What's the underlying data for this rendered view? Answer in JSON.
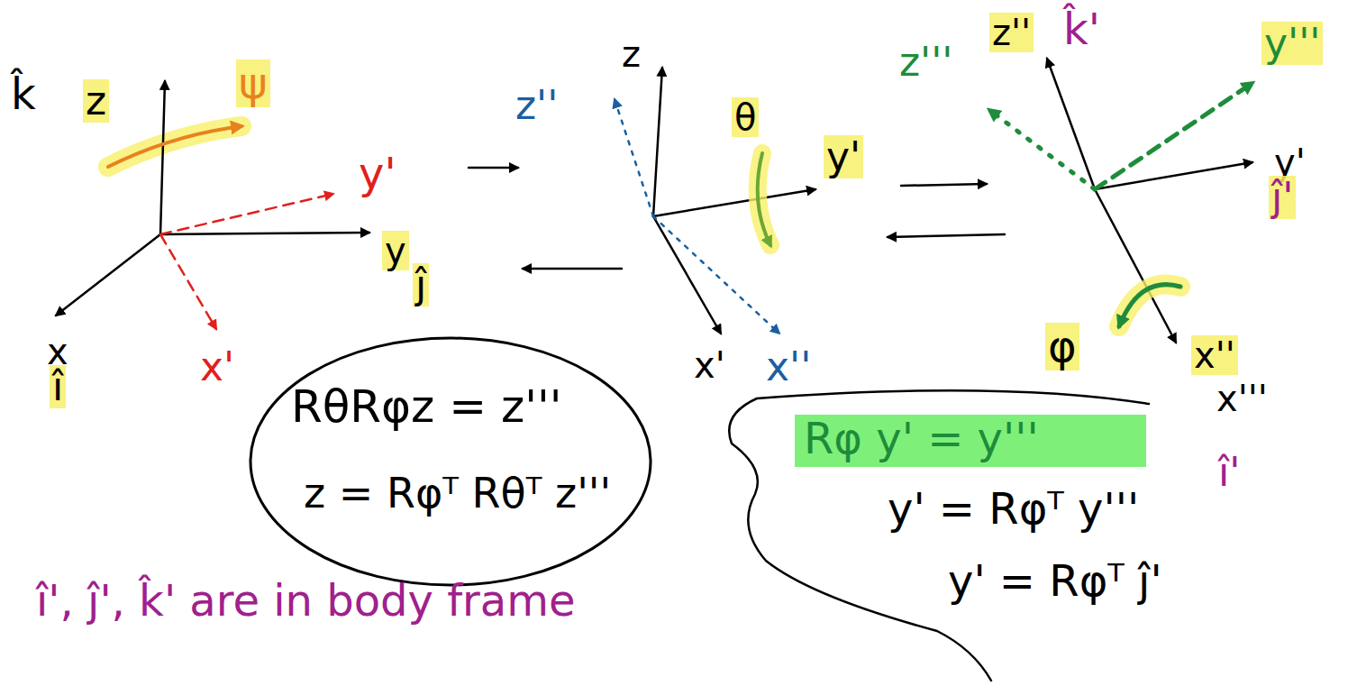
{
  "diagram": {
    "nodes": [
      {
        "text": [
          "RθRφz = z'''",
          "z = Rφᵀ Rθᵀ z'''"
        ]
      }
    ],
    "labels": [
      "k̂",
      "z",
      "ψ",
      "y'",
      "y",
      "ĵ",
      "x",
      "î",
      "x'",
      "z",
      "z''",
      "θ",
      "y'",
      "x'",
      "x''",
      "z''",
      "k̂'",
      "z'''",
      "y'''",
      "y'",
      "ĵ'",
      "x''",
      "x'''",
      "î'",
      "φ",
      "Rφ y' = y'''",
      "y' = Rφᵀ y'''",
      "y' = Rφᵀ ĵ'",
      "î', ĵ', k̂'  are in body frame"
    ]
  }
}
